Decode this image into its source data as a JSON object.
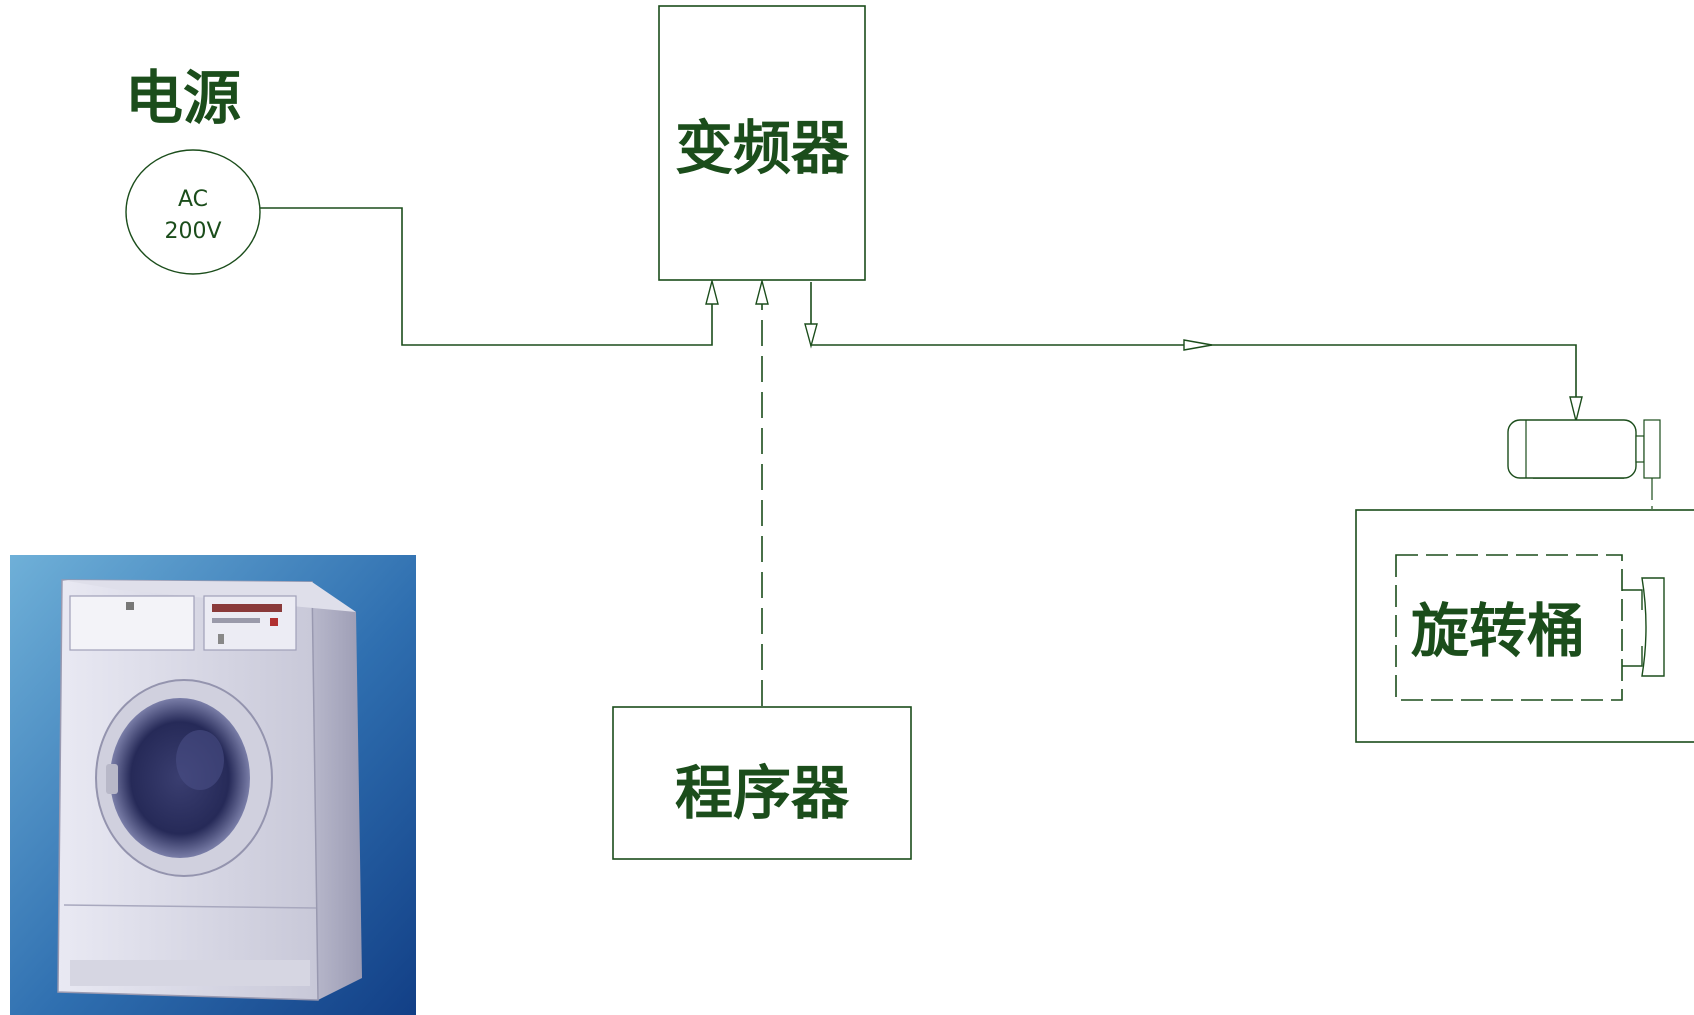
{
  "power": {
    "label": "电源",
    "ac_line1": "AC",
    "ac_line2": "200V"
  },
  "inverter": {
    "label": "变频器"
  },
  "programmer": {
    "label": "程序器"
  },
  "drum": {
    "label": "旋转桶"
  },
  "colors": {
    "line": "#1b4d1b",
    "text": "#1b4d1b",
    "background": "#ffffff"
  },
  "photo": {
    "subject": "front-load-washing-machine"
  }
}
